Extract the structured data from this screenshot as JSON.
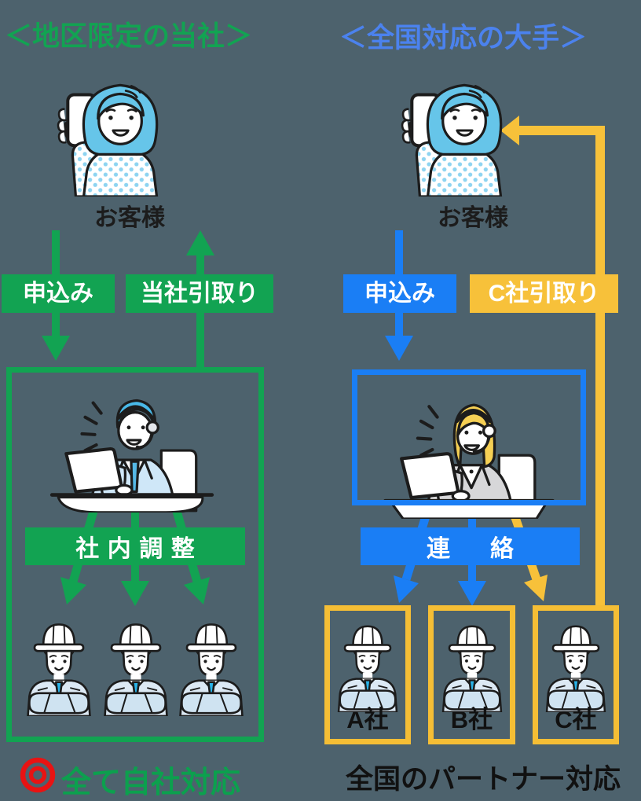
{
  "left": {
    "title": "＜地区限定の当社＞",
    "customer_label": "お客様",
    "apply_label": "申込み",
    "pickup_label": "当社引取り",
    "coordination_label": "社内調整",
    "caption": "全て自社対応",
    "caption_icon": "double-circle"
  },
  "right": {
    "title": "＜全国対応の大手＞",
    "customer_label": "お客様",
    "apply_label": "申込み",
    "pickup_label": "C社引取り",
    "contact_label": "連　絡",
    "partners": [
      "A社",
      "B社",
      "C社"
    ],
    "caption": "全国のパートナー対応"
  },
  "colors": {
    "green": "#12a352",
    "blue": "#1a7ef5",
    "title_blue": "#4b82ee",
    "yellow": "#f7c13a",
    "red": "#e81313",
    "background": "#4d626d",
    "caption_green": "#0ca04e",
    "text_black": "#1c1c1c"
  }
}
